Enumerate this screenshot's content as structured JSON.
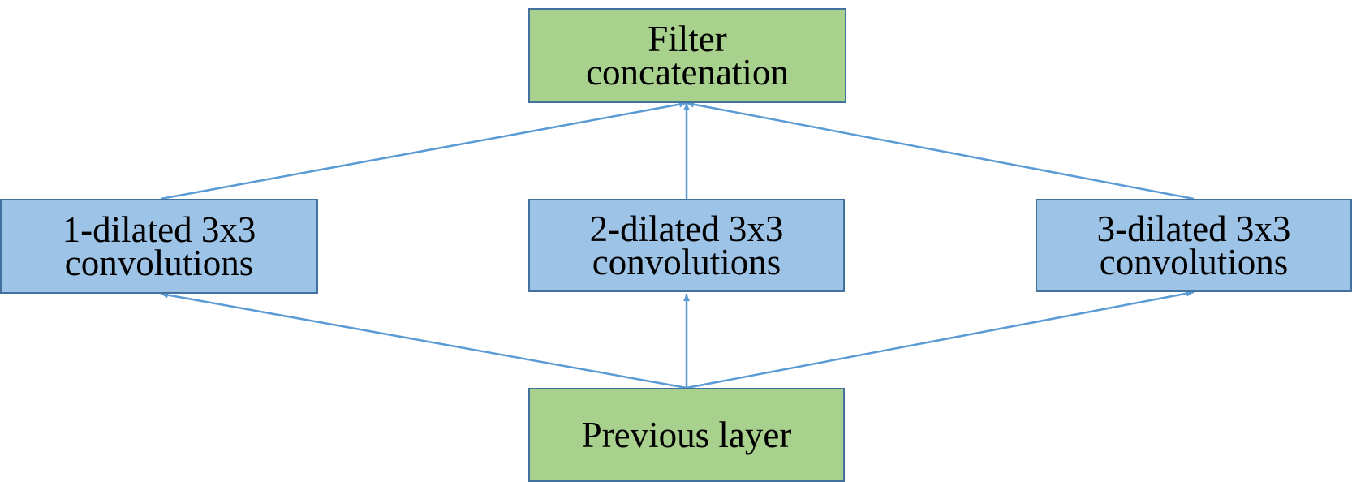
{
  "diagram": {
    "colors": {
      "green_fill": "#a9d18e",
      "blue_fill": "#9dc3e6",
      "border": "#41719c",
      "arrow": "#5b9bd5"
    },
    "nodes": {
      "filter_concatenation": {
        "line1": "Filter",
        "line2": "concatenation"
      },
      "conv1": {
        "line1": "1-dilated 3x3",
        "line2": "convolutions"
      },
      "conv2": {
        "line1": "2-dilated 3x3",
        "line2": "convolutions"
      },
      "conv3": {
        "line1": "3-dilated 3x3",
        "line2": "convolutions"
      },
      "previous_layer": {
        "line1": "Previous layer"
      }
    },
    "edges": [
      {
        "from": "previous_layer",
        "to": "conv1"
      },
      {
        "from": "previous_layer",
        "to": "conv2"
      },
      {
        "from": "previous_layer",
        "to": "conv3"
      },
      {
        "from": "conv1",
        "to": "filter_concatenation"
      },
      {
        "from": "conv2",
        "to": "filter_concatenation"
      },
      {
        "from": "conv3",
        "to": "filter_concatenation"
      }
    ]
  }
}
